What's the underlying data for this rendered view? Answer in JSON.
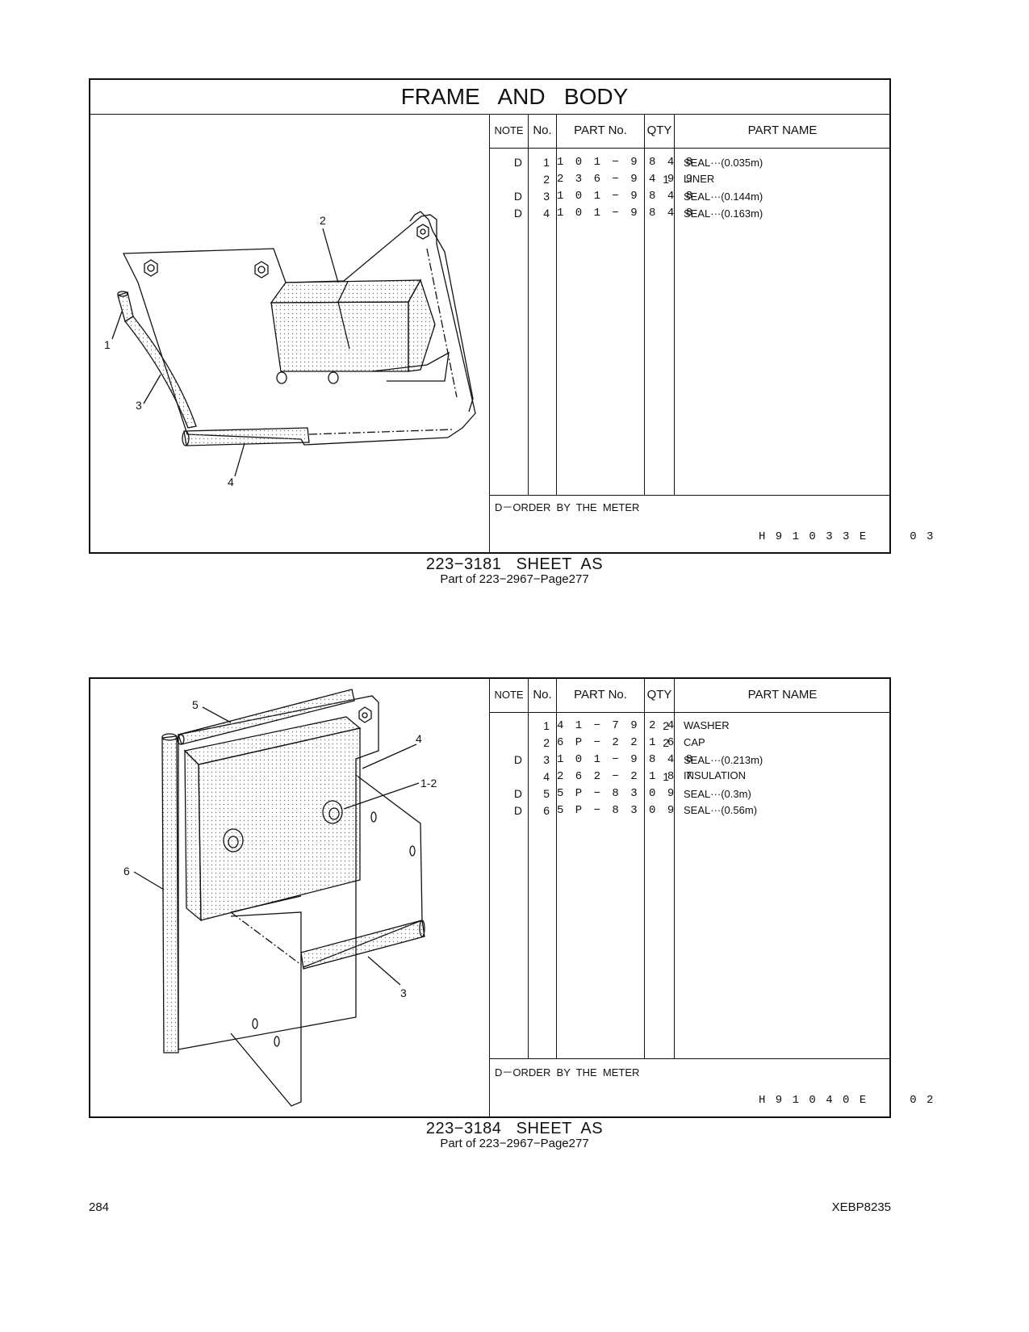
{
  "page_title": "FRAME   AND   BODY",
  "columns": {
    "note": "NOTE",
    "no": "No.",
    "part_no": "PART No.",
    "qty": "QTY",
    "part_name": "PART NAME"
  },
  "groups": [
    {
      "rows": [
        {
          "note": "D",
          "no": "1",
          "part_no": "1 0 1 − 9 8 4 8",
          "qty": "",
          "part_name": "SEAL···(0.035m)"
        },
        {
          "note": "",
          "no": "2",
          "part_no": "2 3 6 − 9 4 9 9",
          "qty": "1",
          "part_name": "LINER"
        },
        {
          "note": "D",
          "no": "3",
          "part_no": "1 0 1 − 9 8 4 8",
          "qty": "",
          "part_name": "SEAL···(0.144m)"
        },
        {
          "note": "D",
          "no": "4",
          "part_no": "1 0 1 − 9 8 4 8",
          "qty": "",
          "part_name": "SEAL···(0.163m)"
        }
      ],
      "footer_note": "D－ORDER  BY  THE  METER",
      "illus_code": "H 9 1 0 3 3 E     0 3",
      "sheet_title": "223−3181   SHEET  AS",
      "part_of": "Part of 223−2967−Page277",
      "callouts": [
        "1",
        "2",
        "3",
        "4"
      ]
    },
    {
      "rows": [
        {
          "note": "",
          "no": "1",
          "part_no": "4 1 − 7 9 2 4",
          "qty": "2",
          "part_name": "WASHER"
        },
        {
          "note": "",
          "no": "2",
          "part_no": "6 P − 2 2 1 6",
          "qty": "2",
          "part_name": "CAP"
        },
        {
          "note": "D",
          "no": "3",
          "part_no": "1 0 1 − 9 8 4 8",
          "qty": "",
          "part_name": "SEAL···(0.213m)"
        },
        {
          "note": "",
          "no": "4",
          "part_no": "2 6 2 − 2 1 8 7",
          "qty": "1",
          "part_name": "INSULATION"
        },
        {
          "note": "D",
          "no": "5",
          "part_no": "5 P − 8 3 0 9",
          "qty": "",
          "part_name": "SEAL···(0.3m)"
        },
        {
          "note": "D",
          "no": "6",
          "part_no": "5 P − 8 3 0 9",
          "qty": "",
          "part_name": "SEAL···(0.56m)"
        }
      ],
      "footer_note": "D－ORDER  BY  THE  METER",
      "illus_code": "H 9 1 0 4 0 E     0 2",
      "sheet_title": "223−3184   SHEET  AS",
      "part_of": "Part of 223−2967−Page277",
      "callouts": [
        "5",
        "4",
        "1-2",
        "6",
        "3"
      ]
    }
  ],
  "footer": {
    "page_number": "284",
    "doc_code": "XEBP8235"
  }
}
